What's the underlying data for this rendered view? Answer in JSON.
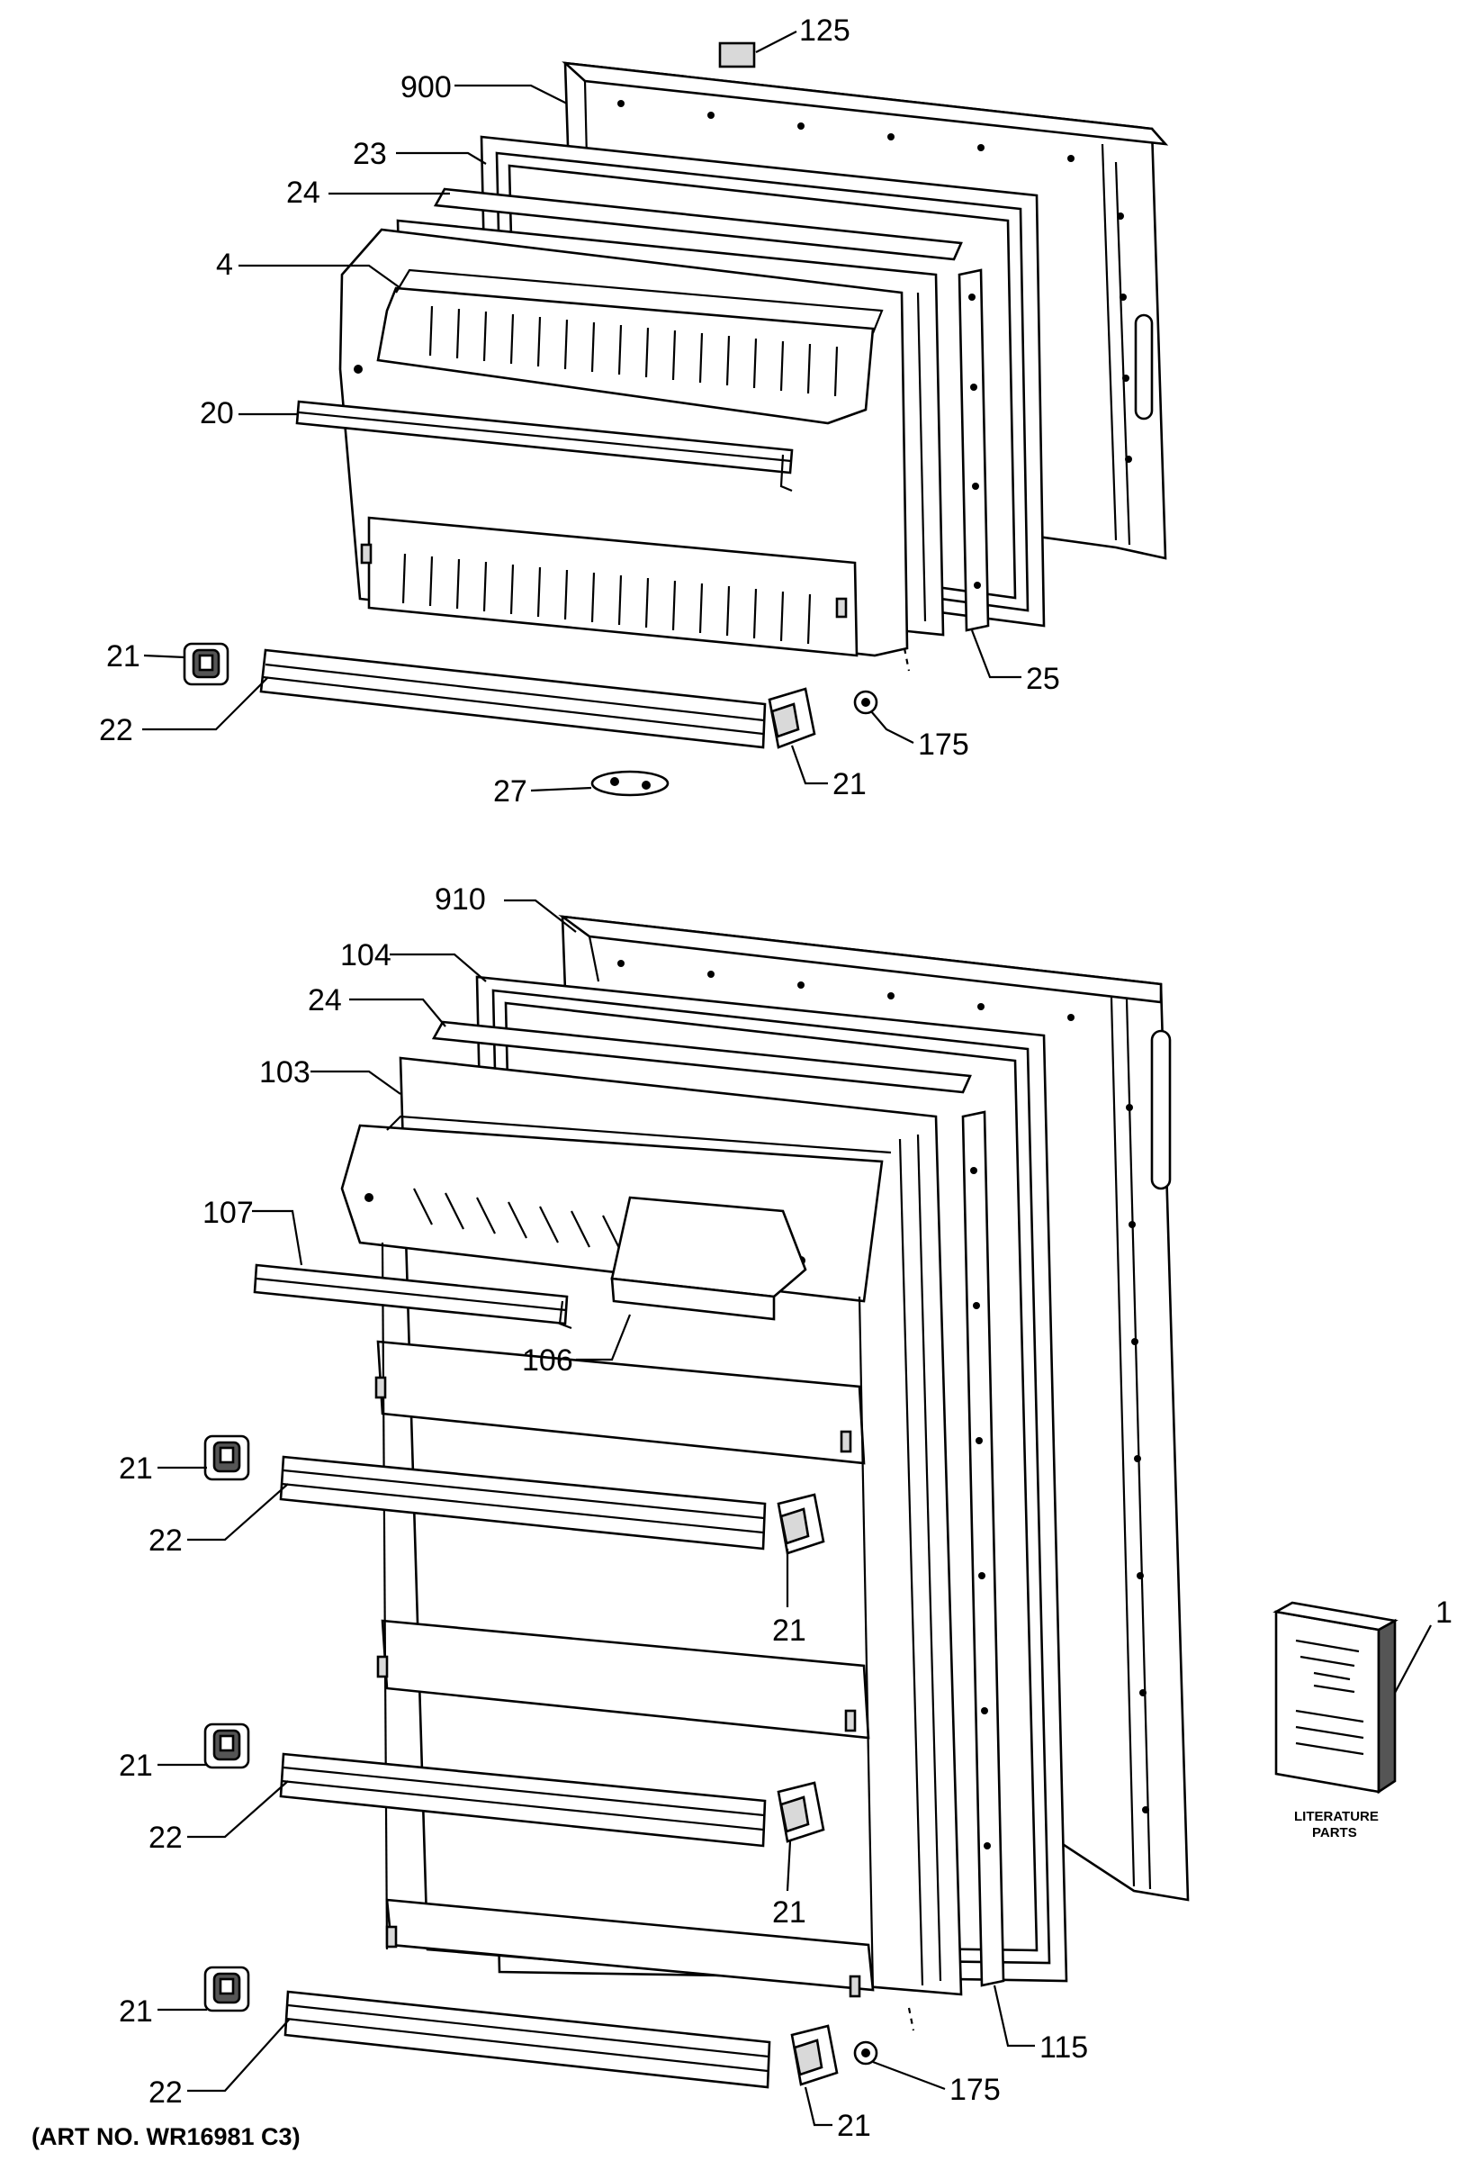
{
  "colors": {
    "ink": "#000000",
    "paper": "#ffffff",
    "shade": "#d9d9d9"
  },
  "labels": {
    "l125": "125",
    "l900": "900",
    "l23": "23",
    "l24a": "24",
    "l4": "4",
    "l20": "20",
    "l21a": "21",
    "l22a": "22",
    "l21b": "21",
    "l25": "25",
    "l175a": "175",
    "l27": "27",
    "l910": "910",
    "l104": "104",
    "l24b": "24",
    "l103": "103",
    "l107": "107",
    "l106": "106",
    "l21c": "21",
    "l22b": "22",
    "l21d": "21",
    "l21e": "21",
    "l22c": "22",
    "l21f": "21",
    "l21g": "21",
    "l22d": "22",
    "l115": "115",
    "l175b": "175",
    "l21h": "21",
    "l1": "1"
  },
  "literature": {
    "line1": "LITERATURE",
    "line2": "PARTS"
  },
  "art_no": "(ART NO. WR16981 C3)"
}
